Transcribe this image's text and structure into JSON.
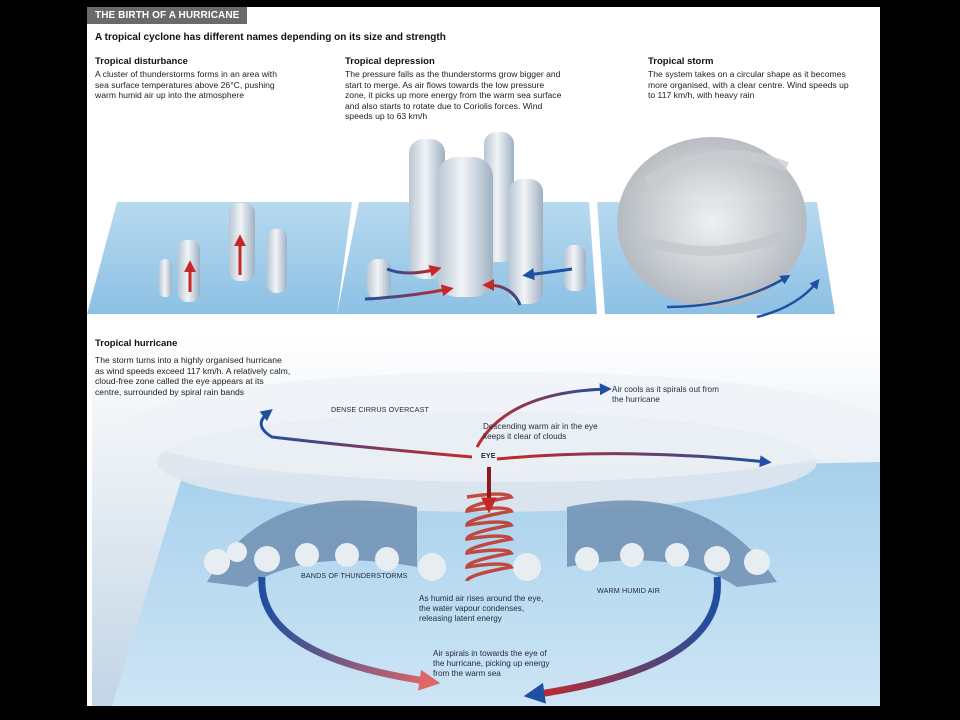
{
  "header": {
    "title": "THE BIRTH OF A HURRICANE",
    "subtitle": "A tropical cyclone has different names depending on its size and strength"
  },
  "stages": [
    {
      "title": "Tropical disturbance",
      "description": "A cluster of thunderstorms forms in an area with sea surface temperatures above 26°C, pushing warm humid air up into the atmosphere"
    },
    {
      "title": "Tropical depression",
      "description": "The pressure falls as the thunderstorms grow bigger and start to merge. As air flows towards the low pressure zone, it picks up more energy from the warm sea surface and also starts to rotate due to Coriolis forces. Wind speeds up to 63 km/h"
    },
    {
      "title": "Tropical storm",
      "description": "The system takes on a circular shape as it becomes more organised, with a clear centre. Wind speeds up to 117 km/h, with heavy rain"
    },
    {
      "title": "Tropical hurricane",
      "description": "The storm turns into a highly organised hurricane as wind speeds exceed 117 km/h. A relatively calm, cloud-free zone called the eye appears at its centre, surrounded by spiral rain bands"
    }
  ],
  "hurricane_labels": {
    "cirrus": "DENSE CIRRUS OVERCAST",
    "eye": "EYE",
    "bands": "BANDS OF THUNDERSTORMS",
    "warm_air": "WARM HUMID AIR",
    "air_cools": "Air cools as it spirals out from the hurricane",
    "descending": "Descending warm air in the eye keeps it clear of clouds",
    "humid_rises": "As humid air rises around the eye, the water vapour condenses, releasing latent energy",
    "spirals_in": "Air spirals in towards the eye of the hurricane, picking up energy from the warm sea"
  },
  "colors": {
    "sea": "#9fcbe8",
    "sea_dark": "#6fa9d4",
    "warm_arrow": "#c62828",
    "cool_arrow": "#1f4fa0",
    "cloud": "#dfe6ee",
    "header_bg": "#6a6a6a"
  }
}
